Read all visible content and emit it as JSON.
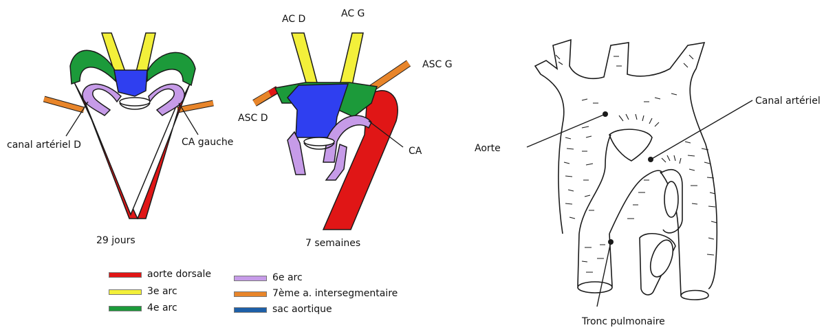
{
  "colors": {
    "dorsal_aorta": "#e01616",
    "arch3": "#f3f03a",
    "arch4": "#1c9a3a",
    "arch6": "#c69be8",
    "intersegmental": "#e8852a",
    "aortic_sac": "#2f3ff0",
    "outline": "#1a1a1a"
  },
  "panel1": {
    "caption": "29 jours",
    "labels": {
      "left_ductus": "canal artériel D",
      "right_ductus": "CA gauche"
    }
  },
  "panel2": {
    "caption": "7 semaines",
    "labels": {
      "ac_d": "AC D",
      "ac_g": "AC G",
      "asc_g": "ASC G",
      "asc_d": "ASC D",
      "ca": "CA"
    }
  },
  "legend": {
    "items": [
      {
        "label": "aorte dorsale",
        "color": "#e01616"
      },
      {
        "label": "3e arc",
        "color": "#f3f03a"
      },
      {
        "label": "4e arc",
        "color": "#1c9a3a"
      },
      {
        "label": "6e arc",
        "color": "#c69be8"
      },
      {
        "label": "7ème a. intersegmentaire",
        "color": "#e8852a"
      },
      {
        "label": "sac aortique",
        "color": "#1d5fa8"
      }
    ]
  },
  "panel3": {
    "labels": {
      "aorte": "Aorte",
      "canal": "Canal artériel",
      "tronc": "Tronc pulmonaire"
    }
  }
}
